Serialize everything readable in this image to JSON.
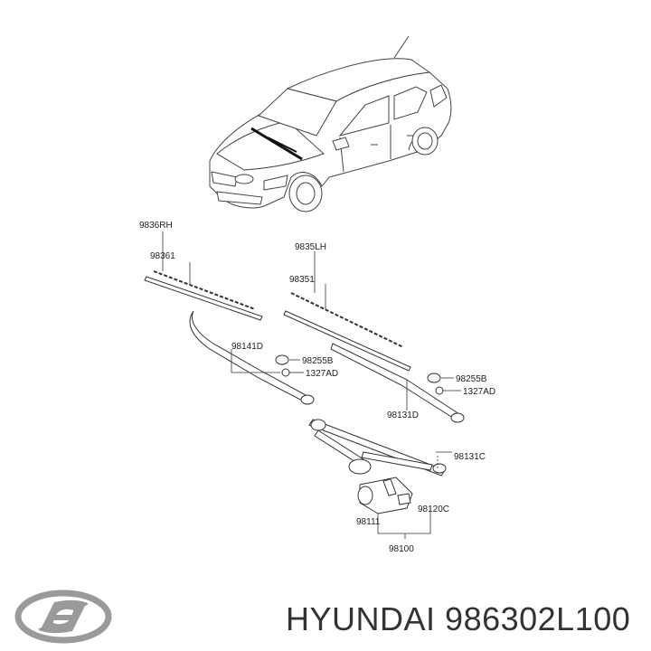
{
  "labels": {
    "rh_blade_assy": "9836RH",
    "rh_blade_insert": "98361",
    "lh_blade_assy": "9835LH",
    "lh_blade_insert": "98351",
    "rh_arm": "98141D",
    "rh_cap": "98255B",
    "rh_nut": "1327AD",
    "lh_cap": "98255B",
    "lh_nut": "1327AD",
    "lh_arm": "98131D",
    "pivot": "98131C",
    "linkage": "98120C",
    "motor": "98111",
    "motor_assy": "98100"
  },
  "caption": {
    "brand": "HYUNDAI",
    "part_number": "986302L100"
  },
  "colors": {
    "line": "#333333",
    "logo": "#9a9a9a",
    "caption": "#333333"
  }
}
